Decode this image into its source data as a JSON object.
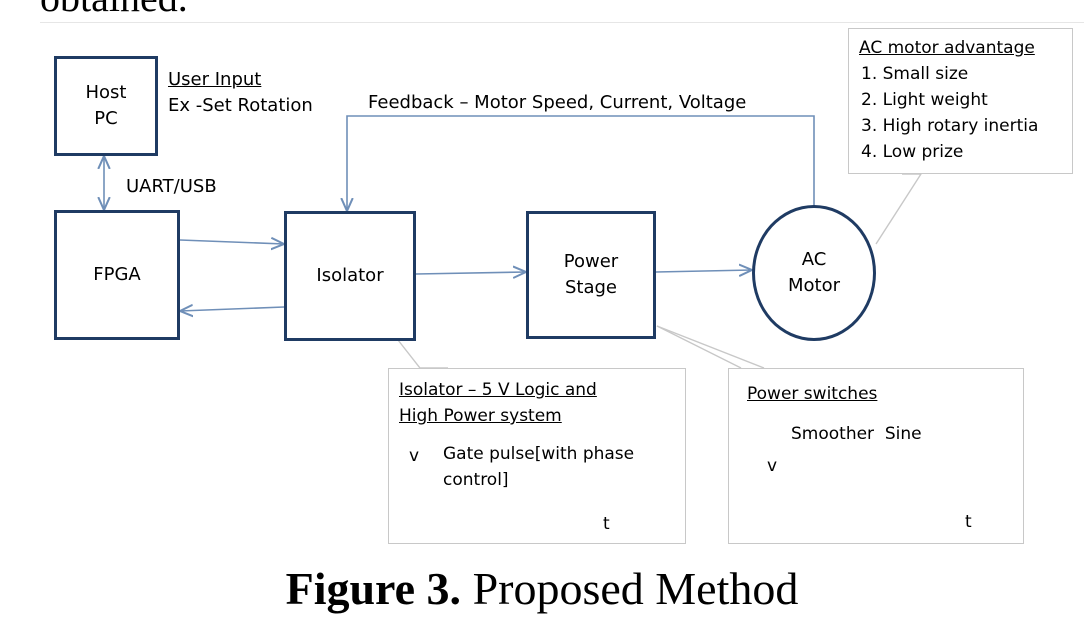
{
  "top_cut_text": "obtained.",
  "blocks": {
    "host_pc": "Host\nPC",
    "fpga": "FPGA",
    "isolator": "Isolator",
    "power_stage": "Power\nStage",
    "ac_motor": "AC\nMotor"
  },
  "labels": {
    "user_input": "User Input",
    "set_rotation": "Ex -Set Rotation",
    "uart_usb": "UART/USB",
    "feedback": "Feedback – Motor Speed, Current, Voltage"
  },
  "advantage_box": {
    "title": "AC motor advantage",
    "items": [
      "1. Small size",
      "2. Light weight",
      "3. High rotary inertia",
      "4. Low prize"
    ]
  },
  "isolator_box": {
    "title_line1": "Isolator – 5 V Logic and",
    "title_line2": "High Power system",
    "axis_v": "v",
    "axis_t": "t",
    "gate_line1": "Gate pulse[with phase",
    "gate_line2": "control]"
  },
  "power_box": {
    "title": "Power switches",
    "subtitle": "Smoother  Sine",
    "axis_v": "v",
    "axis_t": "t"
  },
  "caption": {
    "prefix": "Figure 3.",
    "text": " Proposed Method"
  },
  "colors": {
    "block_border": "#1f3b63",
    "arrow": "#6f8fb8",
    "callout_border": "#c8c8c8",
    "sine": "#4f7db8"
  }
}
